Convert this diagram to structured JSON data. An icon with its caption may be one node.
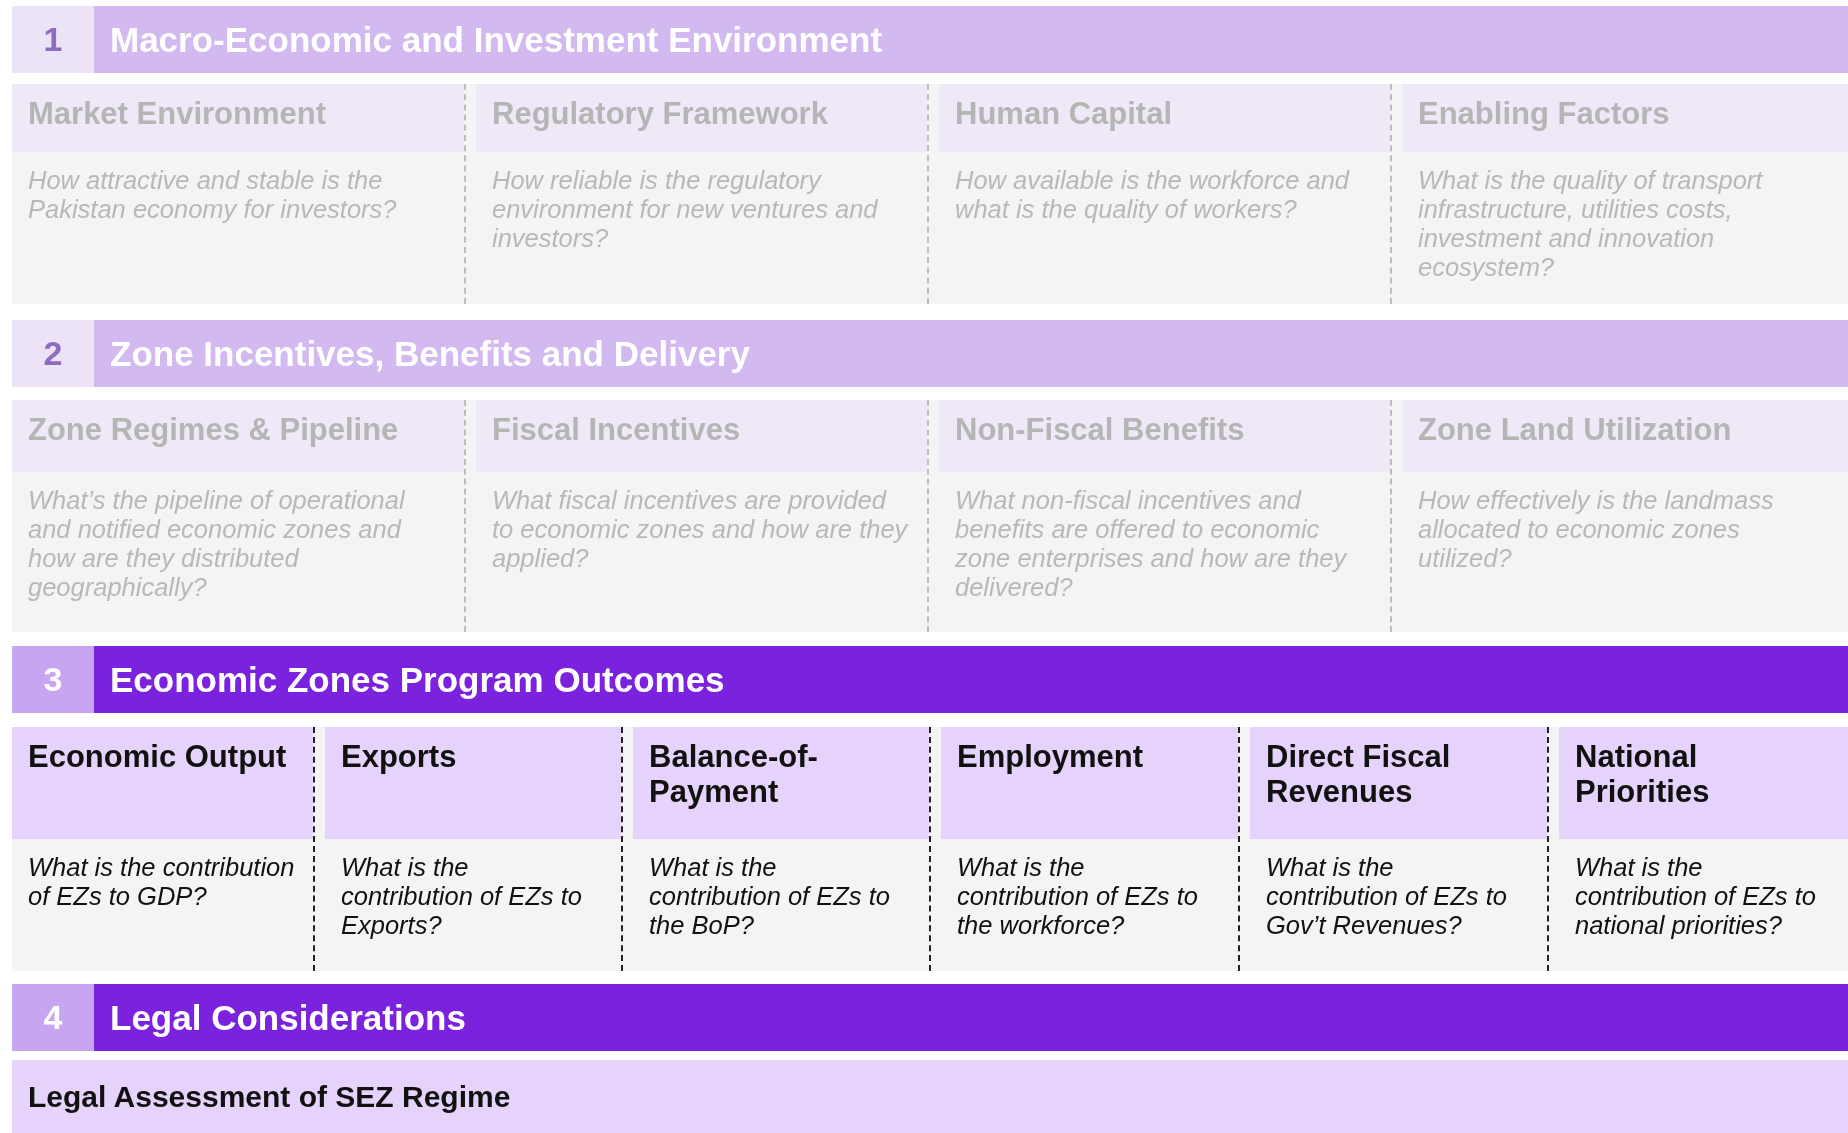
{
  "diagram": {
    "nodes": [
      {
        "text": [
          "1",
          "Macro-Economic and Investment Environment"
        ]
      },
      {
        "text": [
          "Market Environment",
          "How attractive and stable is the Pakistan economy for investors?"
        ]
      },
      {
        "text": [
          "Regulatory Framework",
          "How reliable is the regulatory environment for new ventures and investors?"
        ]
      },
      {
        "text": [
          "Human Capital",
          "How available is the workforce and what is the quality of workers?"
        ]
      },
      {
        "text": [
          "Enabling Factors",
          "What is the quality of transport infrastructure, utilities costs, investment and innovation ecosystem?"
        ]
      },
      {
        "text": [
          "2",
          "Zone Incentives, Benefits and Delivery"
        ]
      },
      {
        "text": [
          "Zone Regimes & Pipeline",
          "What’s the pipeline of operational and notified economic zones and how are they distributed geographically?"
        ]
      },
      {
        "text": [
          "Fiscal Incentives",
          "What fiscal incentives are provided to economic zones and how are they applied?"
        ]
      },
      {
        "text": [
          "Non-Fiscal Benefits",
          "What non-fiscal incentives and benefits are offered to economic zone enterprises and how are they delivered?"
        ]
      },
      {
        "text": [
          "Zone Land Utilization",
          "How effectively is the landmass allocated to economic zones utilized?"
        ]
      },
      {
        "text": [
          "3",
          "Economic Zones Program Outcomes"
        ]
      },
      {
        "text": [
          "Economic Output",
          "What is the contribution of EZs to GDP?"
        ]
      },
      {
        "text": [
          "Exports",
          "What is the contribution of EZs to Exports?"
        ]
      },
      {
        "text": [
          "Balance-of-Payment",
          "What is the contribution of EZs to the BoP?"
        ]
      },
      {
        "text": [
          "Employment",
          "What is the contribution of EZs to the workforce?"
        ]
      },
      {
        "text": [
          "Direct Fiscal Revenues",
          "What is the contribution of EZs to Gov’t Revenues?"
        ]
      },
      {
        "text": [
          "National Priorities",
          "What is the contribution of EZs to national priorities?"
        ]
      },
      {
        "text": [
          "4",
          "Legal Considerations"
        ]
      },
      {
        "text": [
          "Legal Assessment of SEZ Regime"
        ]
      }
    ]
  }
}
